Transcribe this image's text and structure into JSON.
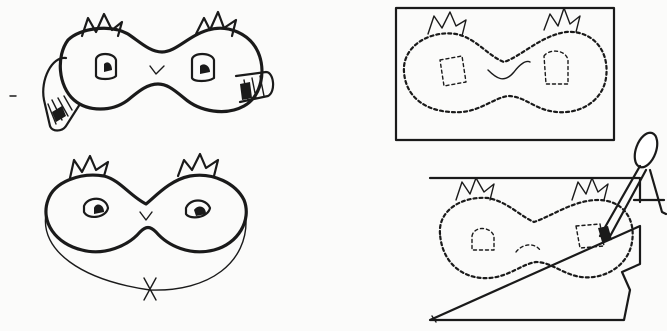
{
  "figure": {
    "panels": [
      {
        "id": "mask-worn-with-stick"
      },
      {
        "id": "mask-with-elastic"
      },
      {
        "id": "mask-traced-on-card"
      },
      {
        "id": "mask-cutting-with-scissors"
      }
    ],
    "colors": {
      "ink": "#1a1a1a",
      "paper": "#fbfbfa"
    }
  }
}
